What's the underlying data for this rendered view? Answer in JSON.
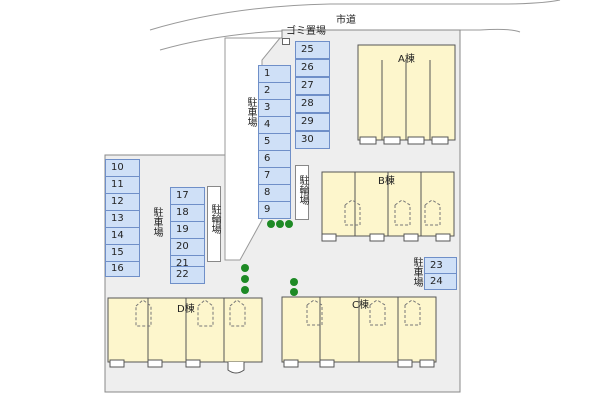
{
  "street_label": "市道",
  "trash_label": "ゴミ置場",
  "buildings": {
    "a": "A棟",
    "b": "B棟",
    "c": "C棟",
    "d": "D棟"
  },
  "parking_label": "駐車場",
  "bicycle_label": "駐輪場",
  "parking_groups": [
    {
      "id": "lane-left-column",
      "slots": [
        "1",
        "2",
        "3",
        "4",
        "5",
        "6",
        "7",
        "8",
        "9"
      ]
    },
    {
      "id": "lane-right-column",
      "slots": [
        "25",
        "26",
        "27",
        "28",
        "29",
        "30"
      ]
    },
    {
      "id": "west-column",
      "slots": [
        "10",
        "11",
        "12",
        "13",
        "14",
        "15",
        "16"
      ]
    },
    {
      "id": "middle-column",
      "slots": [
        "17",
        "18",
        "19",
        "20",
        "21",
        "22"
      ]
    },
    {
      "id": "east-column",
      "slots": [
        "23",
        "24"
      ]
    }
  ],
  "colors": {
    "ground": "#eeeeee",
    "building": "#fdf6cc",
    "parking": "#cfe0f7",
    "tree": "#1e8a25"
  }
}
